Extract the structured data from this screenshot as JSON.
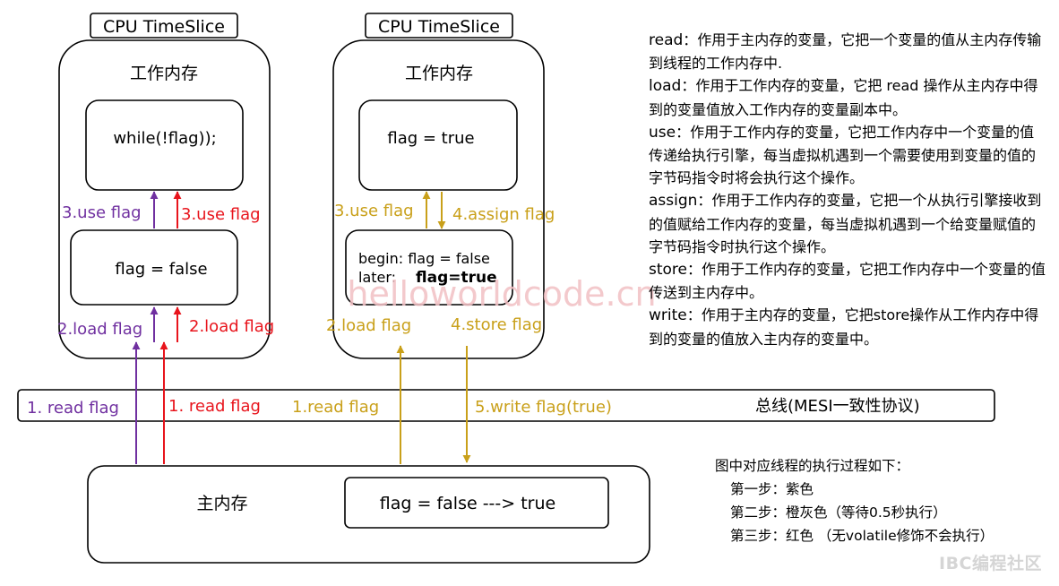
{
  "cpus": [
    {
      "header": "CPU TimeSlice",
      "memory_title": "工作内存",
      "inner_text": "while(!flag));",
      "copy_text": "flag  = false",
      "left_use": "3.use flag",
      "right_use": "3.use flag",
      "left_load": "2.load flag",
      "right_load": "2.load flag"
    },
    {
      "header": "CPU TimeSlice",
      "memory_title": "工作内存",
      "inner_text": "flag = true",
      "copy_line1": "begin: flag  = false",
      "copy_line2_label": "later:",
      "copy_line2_value": "flag=true",
      "use_label": "3.use flag",
      "assign_label": "4.assign flag",
      "load_label": "2.load flag",
      "store_label": "4.store flag"
    }
  ],
  "bus": {
    "read_purple": "1. read flag",
    "read_red": "1. read flag",
    "read_gold": "1.read flag",
    "write_gold": "5.write flag(true)",
    "label": "总线(MESI一致性协议)"
  },
  "main_memory": {
    "title": "主内存",
    "value": "flag = false ---> true"
  },
  "legend": [
    {
      "term": "read",
      "desc": "：作用于主内存的变量，它把一个变量的值从主内存传输到线程的工作内存中."
    },
    {
      "term": "load",
      "desc": "：作用于工作内存的变量，它把 read 操作从主内存中得到的变量值放入工作内存的变量副本中。"
    },
    {
      "term": "use",
      "desc": "：作用于工作内存的变量，它把工作内存中一个变量的值传递给执行引擎，每当虚拟机遇到一个需要使用到变量的值的字节码指令时将会执行这个操作。"
    },
    {
      "term": "assign",
      "desc": "：作用于工作内存的变量，它把一个从执行引擎接收到的值赋给工作内存的变量，每当虚拟机遇到一个给变量赋值的字节码指令时执行这个操作。"
    },
    {
      "term": "store",
      "desc": "：作用于工作内存的变量，它把工作内存中一个变量的值传送到主内存中。"
    },
    {
      "term": "write",
      "desc": "：作用于主内存的变量，它把store操作从工作内存中得到的变量的值放入主内存的变量中。"
    }
  ],
  "notes": {
    "intro": "图中对应线程的执行过程如下：",
    "steps": [
      "第一步：紫色",
      "第二步：橙灰色（等待0.5秒执行）",
      "第三步：红色 （无volatile修饰不会执行）"
    ]
  },
  "watermark": "helloworldcode.cn",
  "brand": "IBC编程社区",
  "colors": {
    "purple": "#7030a0",
    "red": "#e8141c",
    "gold": "#c9a01a",
    "watermark": "#f2c0c4"
  }
}
